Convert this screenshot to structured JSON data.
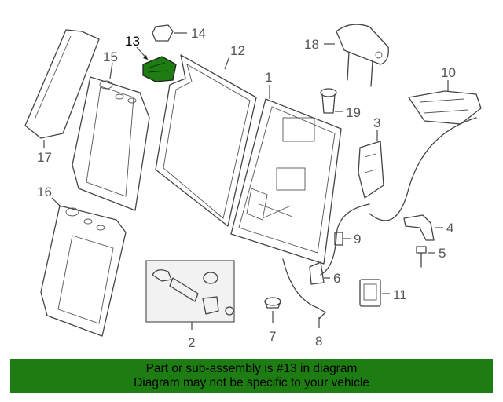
{
  "callouts": {
    "c1": "1",
    "c2": "2",
    "c3": "3",
    "c4": "4",
    "c5": "5",
    "c6": "6",
    "c7": "7",
    "c8": "8",
    "c9": "9",
    "c10": "10",
    "c11": "11",
    "c12": "12",
    "c13": "13",
    "c14": "14",
    "c15": "15",
    "c16": "16",
    "c17": "17",
    "c18": "18",
    "c19": "19"
  },
  "highlight": {
    "part": "13",
    "color": "#1e7d12"
  },
  "banner": {
    "line1": "Part or sub-assembly is #13 in diagram",
    "line2": "Diagram may not be specific to your vehicle",
    "background": "#1e7d12"
  }
}
